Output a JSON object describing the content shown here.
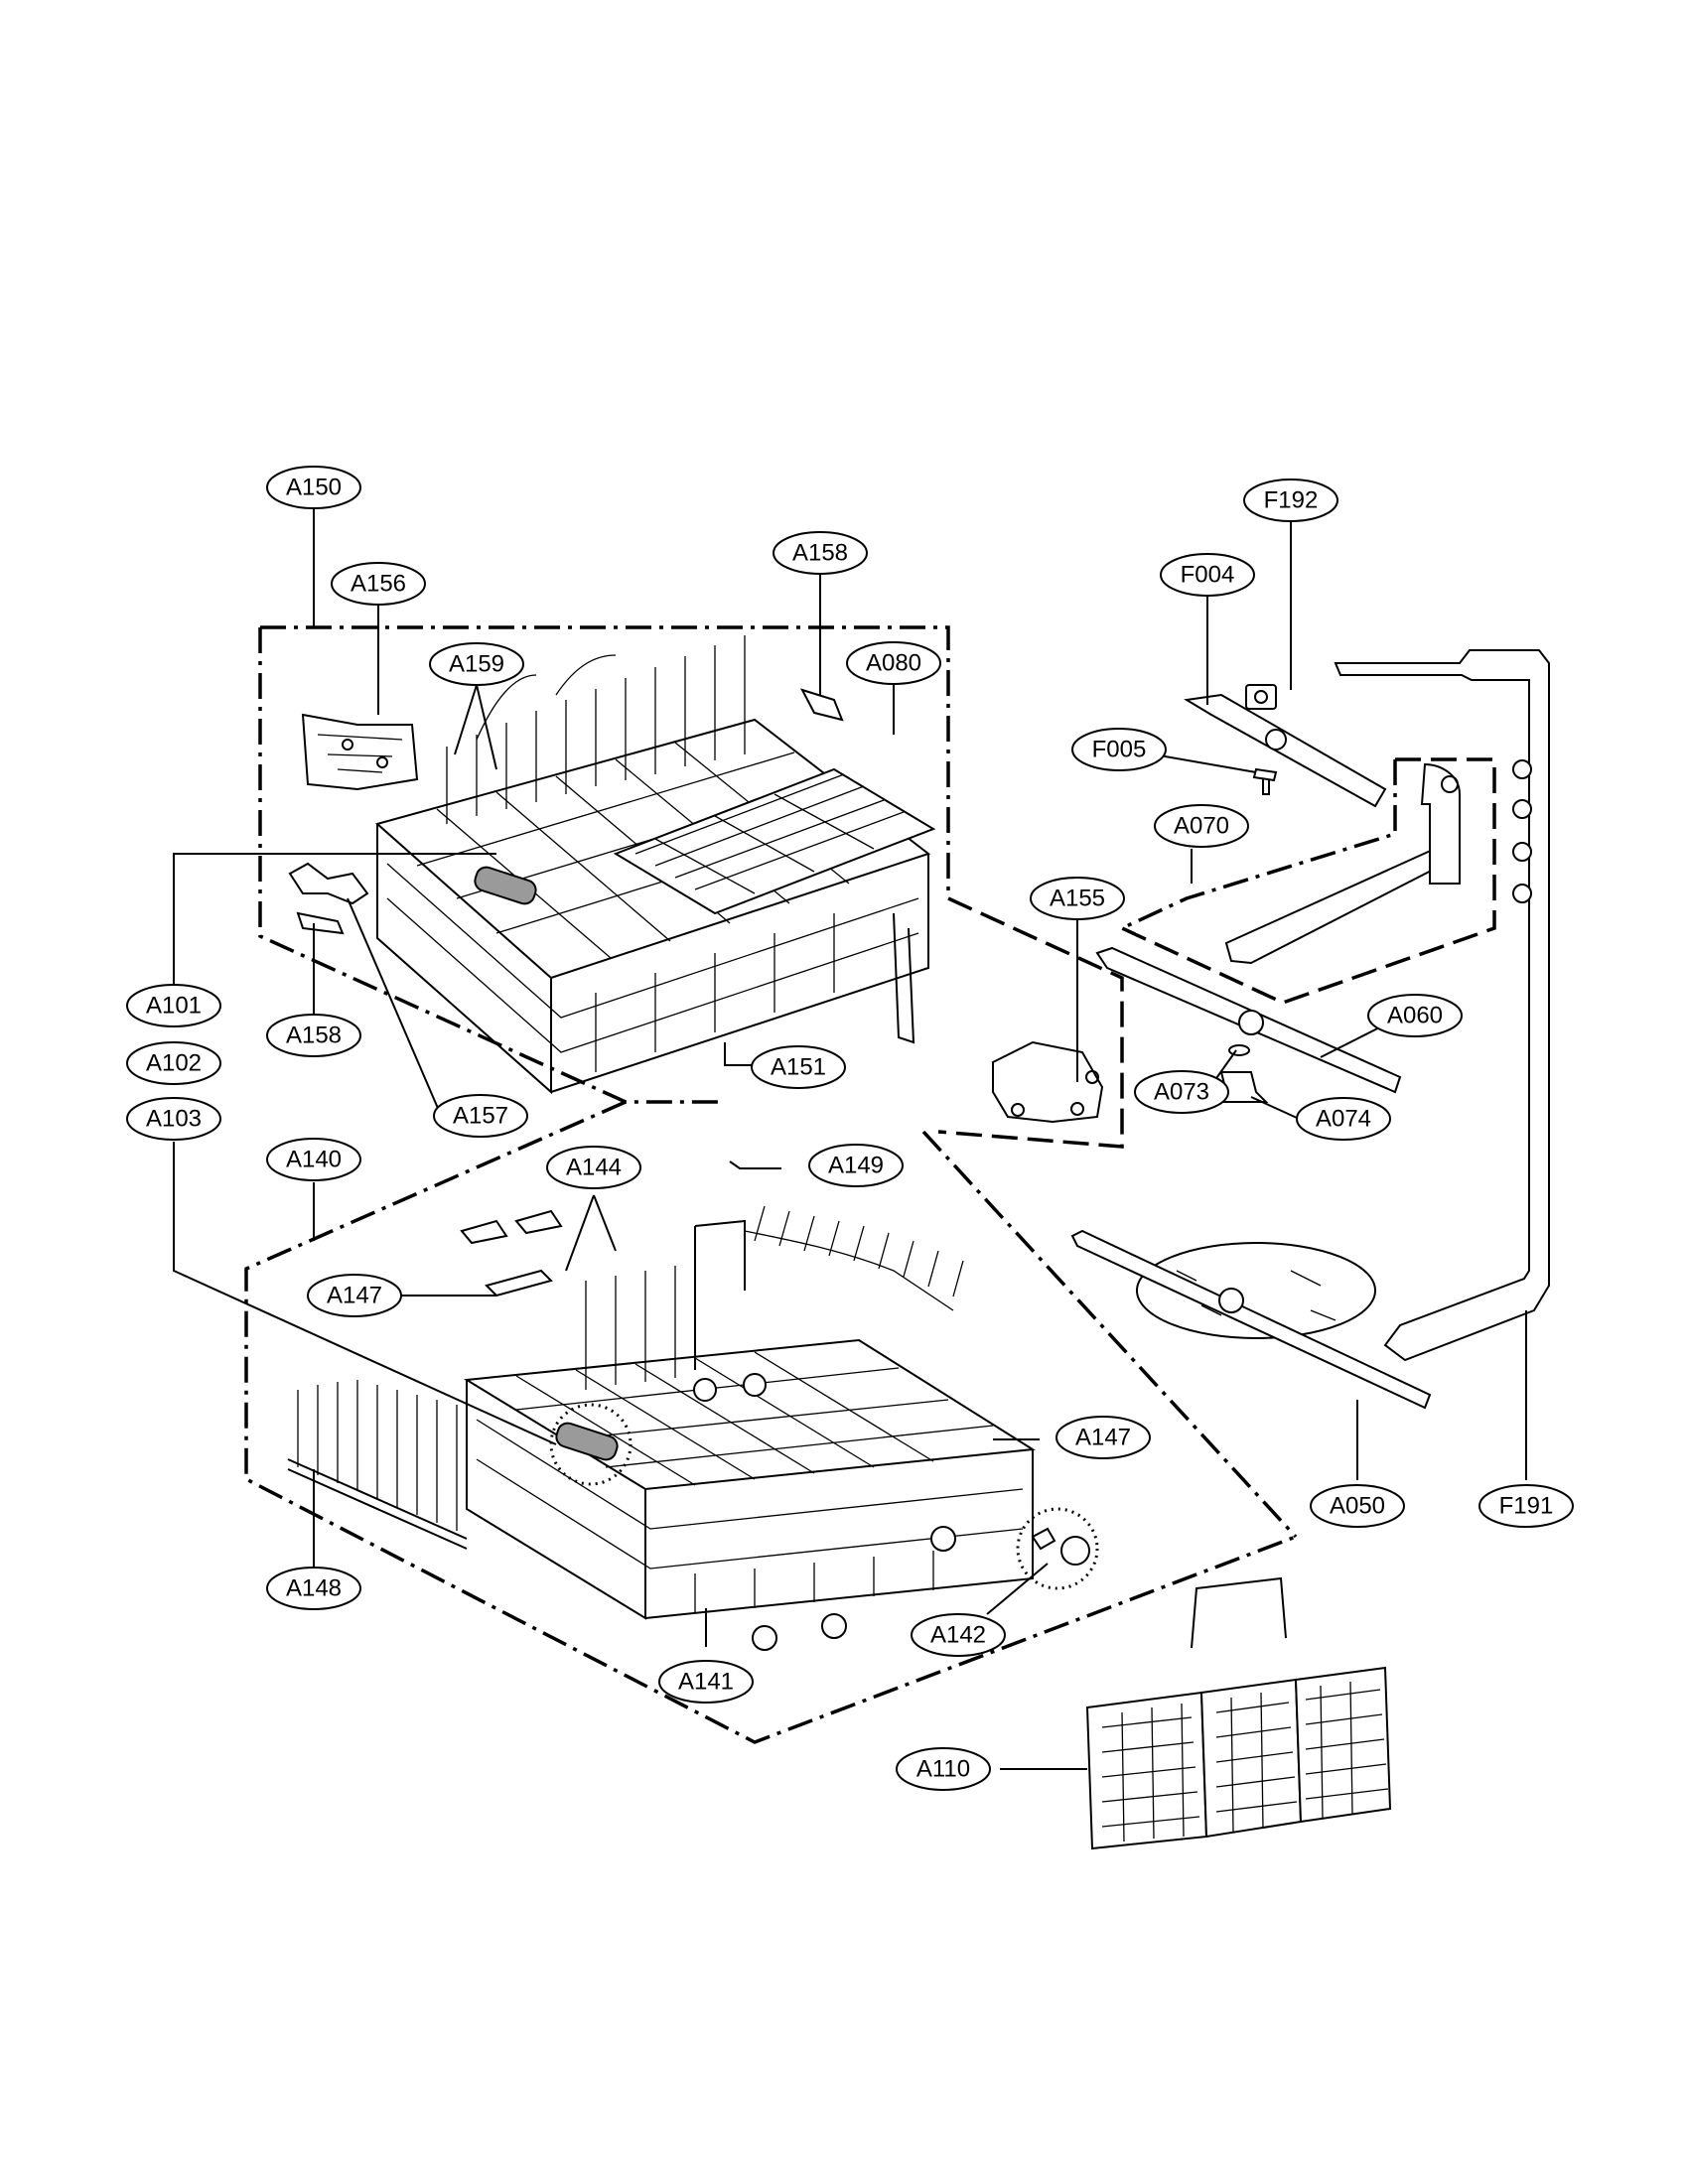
{
  "labels": {
    "A150": "A150",
    "A156": "A156",
    "A159": "A159",
    "A158_top": "A158",
    "A080": "A080",
    "F192": "F192",
    "F004": "F004",
    "F005": "F005",
    "A070": "A070",
    "A155": "A155",
    "A060": "A060",
    "A073": "A073",
    "A074": "A074",
    "A101": "A101",
    "A102": "A102",
    "A103": "A103",
    "A158_left": "A158",
    "A157": "A157",
    "A151": "A151",
    "A140": "A140",
    "A144": "A144",
    "A149": "A149",
    "A147_left": "A147",
    "A147_right": "A147",
    "A148": "A148",
    "A141": "A141",
    "A142": "A142",
    "A110": "A110",
    "A050": "A050",
    "F191": "F191"
  }
}
